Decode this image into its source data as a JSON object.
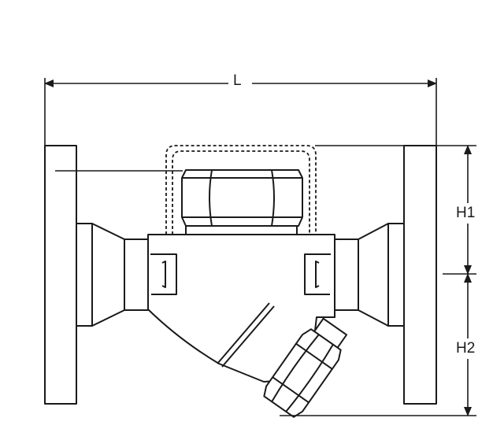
{
  "dimensions": {
    "length_label": "L",
    "height_top_label": "H1",
    "height_bottom_label": "H2"
  },
  "colors": {
    "line": "#1a1a1a",
    "fill": "#ffffff"
  }
}
